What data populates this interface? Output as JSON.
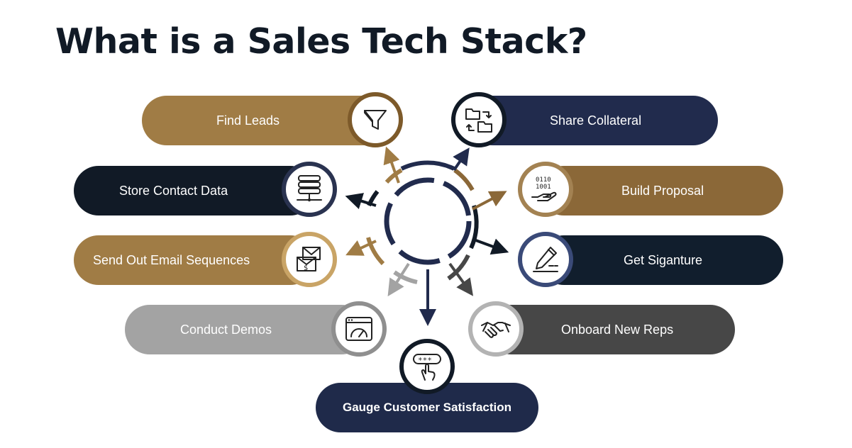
{
  "title": "What is a Sales Tech Stack?",
  "colors": {
    "gold": "#a07c45",
    "navy": "#212b4d",
    "black": "#111a26",
    "gray": "#a3a3a3",
    "darkgray": "#474747",
    "brown": "#8b6838"
  },
  "items": [
    {
      "label": "Find Leads",
      "icon": "funnel-icon"
    },
    {
      "label": "Share Collateral",
      "icon": "folder-sync-icon"
    },
    {
      "label": "Store Contact Data",
      "icon": "database-icon"
    },
    {
      "label": "Build Proposal",
      "icon": "binary-hand-icon"
    },
    {
      "label": "Send Out Email Sequences",
      "icon": "email-money-icon"
    },
    {
      "label": "Get Siganture",
      "icon": "pen-signature-icon"
    },
    {
      "label": "Conduct Demos",
      "icon": "dashboard-window-icon"
    },
    {
      "label": "Onboard New Reps",
      "icon": "handshake-icon"
    },
    {
      "label": "Gauge Customer Satisfaction",
      "icon": "password-click-icon"
    }
  ]
}
